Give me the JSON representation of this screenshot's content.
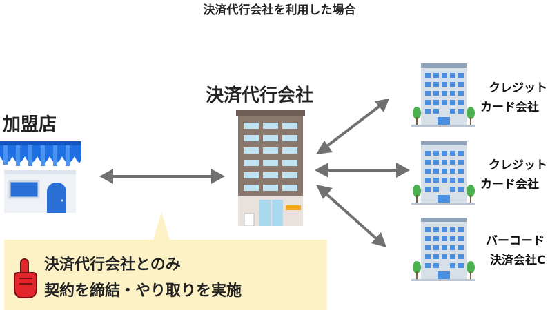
{
  "title": "決済代行会社を利用した場合",
  "merchant": {
    "label": "加盟店"
  },
  "agent": {
    "label": "決済代行会社"
  },
  "companies": [
    {
      "line1": "クレジット",
      "line2": "カード会社"
    },
    {
      "line1": "クレジット",
      "line2": "カード会社"
    },
    {
      "line1": "バーコード",
      "line2": "決済会社C"
    }
  ],
  "callout": {
    "line1": "決済代行会社とのみ",
    "line2": "契約を締結・やり取りを実施",
    "bg_color": "#fdf2c5",
    "icon": "pointing-finger-icon"
  },
  "colors": {
    "arrow": "#707070",
    "store_blue": "#2f7fe6",
    "building_brown": "#8b786d"
  }
}
